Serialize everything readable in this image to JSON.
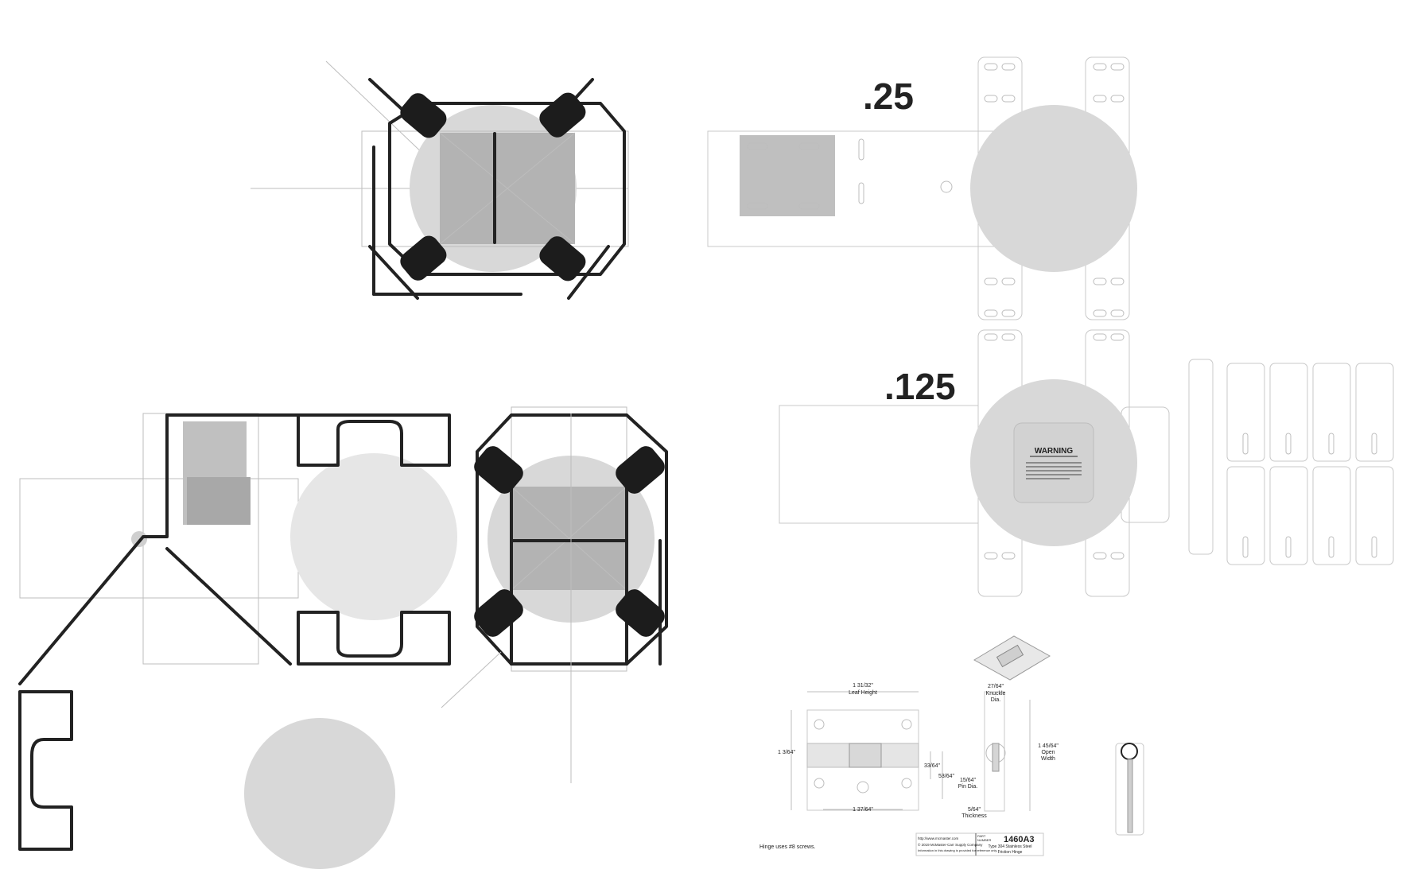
{
  "labels": {
    "thickness_a": ".25",
    "thickness_b": ".125",
    "warning": "WARNING"
  },
  "hinge": {
    "leaf_height_value": "1 31/32\"",
    "leaf_height_label": "Leaf Height",
    "knuckle_value": "27/64\"",
    "knuckle_label_1": "Knuckle",
    "knuckle_label_2": "Dia.",
    "height_left": "1 3/64\"",
    "dim_33": "33/64\"",
    "dim_53": "53/64\"",
    "pin_value": "15/64\"",
    "pin_label": "Pin Dia.",
    "open_width_value": "1 45/64\"",
    "open_width_label_1": "Open",
    "open_width_label_2": "Width",
    "bottom_width": "1 37/64\"",
    "thickness_value": "5/64\"",
    "thickness_label": "Thickness",
    "screw_note": "Hinge uses #8 screws."
  },
  "title_block": {
    "url": "http://www.mcmaster.com",
    "copyright": "© 2019 McMaster-Carr Supply Company",
    "info": "Information in this drawing is provided for reference only.",
    "part_label_1": "PART",
    "part_label_2": "NUMBER",
    "part_number": "1460A3",
    "desc_1": "Type 304 Stainless Steel",
    "desc_2": "Friction Hinge"
  },
  "colors": {
    "ink": "#222222",
    "light_line": "#bdbdbd",
    "disk": "#d8d8d8",
    "plate": "#b8b8b8"
  }
}
